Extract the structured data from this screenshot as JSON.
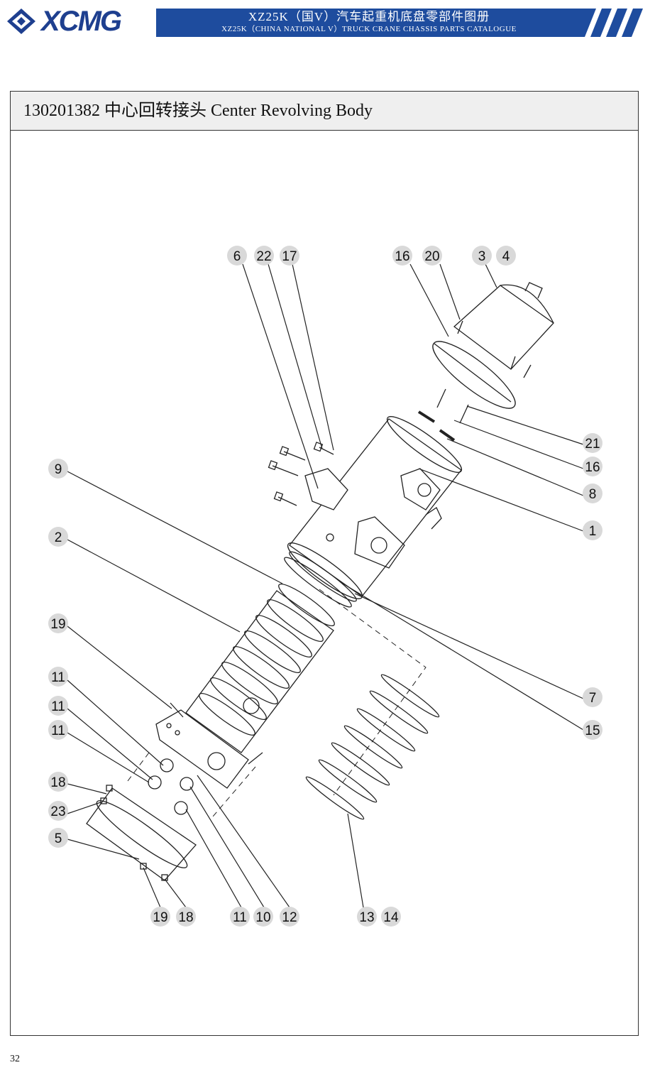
{
  "header": {
    "logo_text": "XCMG",
    "title": "XZ25K（国V）汽车起重机底盘零部件图册",
    "subtitle": "XZ25K（CHINA NATIONAL V）TRUCK CRANE CHASSIS PARTS CATALOGUE",
    "banner_color": "#1e4c9e",
    "logo_color": "#1e3f8f"
  },
  "section": {
    "title": "130201382 中心回转接头 Center Revolving Body"
  },
  "callouts": {
    "c6": "6",
    "c22": "22",
    "c17": "17",
    "c16a": "16",
    "c20": "20",
    "c3": "3",
    "c4": "4",
    "c21": "21",
    "c16b": "16",
    "c8": "8",
    "c1": "1",
    "c9": "9",
    "c2": "2",
    "c19a": "19",
    "c11a": "11",
    "c11b": "11",
    "c11c": "11",
    "c18a": "18",
    "c23": "23",
    "c5": "5",
    "c7": "7",
    "c15": "15",
    "c19b": "19",
    "c18b": "18",
    "c11d": "11",
    "c10": "10",
    "c12": "12",
    "c13": "13",
    "c14": "14"
  },
  "footer": {
    "page_number": "32"
  }
}
